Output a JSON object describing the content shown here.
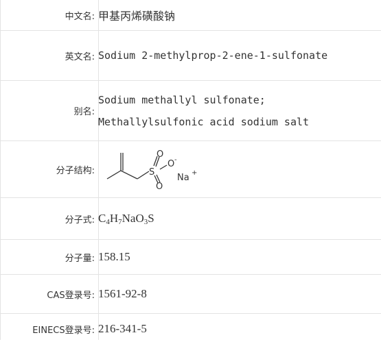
{
  "rows": {
    "chinese_name": {
      "label": "中文名:",
      "value": "甲基丙烯磺酸钠"
    },
    "english_name": {
      "label": "英文名:",
      "value": "Sodium 2-methylprop-2-ene-1-sulfonate"
    },
    "alias": {
      "label": "别名:",
      "lines": [
        "Sodium methallyl sulfonate;",
        "Methallylsulfonic acid sodium salt"
      ]
    },
    "structure": {
      "label": "分子结构:",
      "atoms": {
        "o_top": "O",
        "o_minus": "O",
        "charge_minus": "-",
        "s": "S",
        "o_bottom": "O",
        "na": "Na",
        "charge_plus": "+"
      }
    },
    "formula": {
      "label": "分子式:",
      "parts": [
        "C",
        "4",
        "H",
        "7",
        "NaO",
        "3",
        "S"
      ]
    },
    "mw": {
      "label": "分子量:",
      "value": "158.15"
    },
    "cas": {
      "label": "CAS登录号:",
      "value": "1561-92-8"
    },
    "einecs": {
      "label": "EINECS登录号:",
      "value": "216-341-5"
    }
  }
}
